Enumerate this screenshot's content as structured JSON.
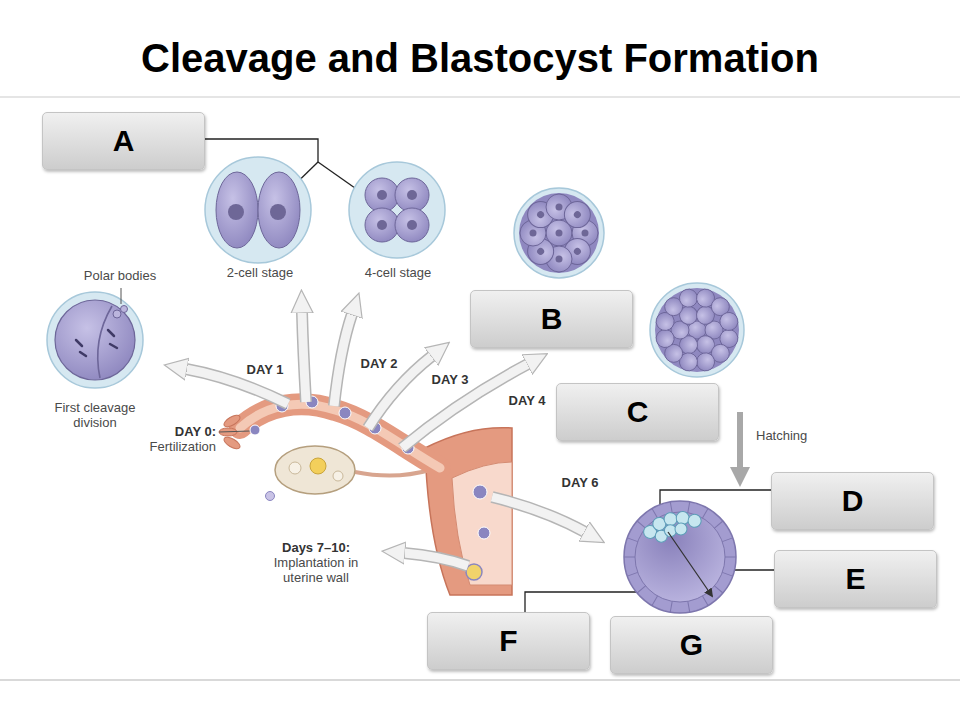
{
  "diagram": {
    "title": "Cleavage and Blastocyst Formation",
    "nodes": [
      {
        "text": [
          "A"
        ]
      },
      {
        "text": [
          "B"
        ]
      },
      {
        "text": [
          "C"
        ]
      },
      {
        "text": [
          "D"
        ]
      },
      {
        "text": [
          "E"
        ]
      },
      {
        "text": [
          "F"
        ]
      },
      {
        "text": [
          "G"
        ]
      }
    ],
    "labels": [
      "Polar bodies",
      "2-cell stage",
      "4-cell stage",
      "First cleavage division",
      "DAY 0:",
      "Fertilization",
      "DAY 1",
      "DAY 2",
      "DAY 3",
      "DAY 4",
      "DAY 6",
      "Hatching",
      "Days 7–10:",
      "Implantation in uterine wall"
    ]
  }
}
